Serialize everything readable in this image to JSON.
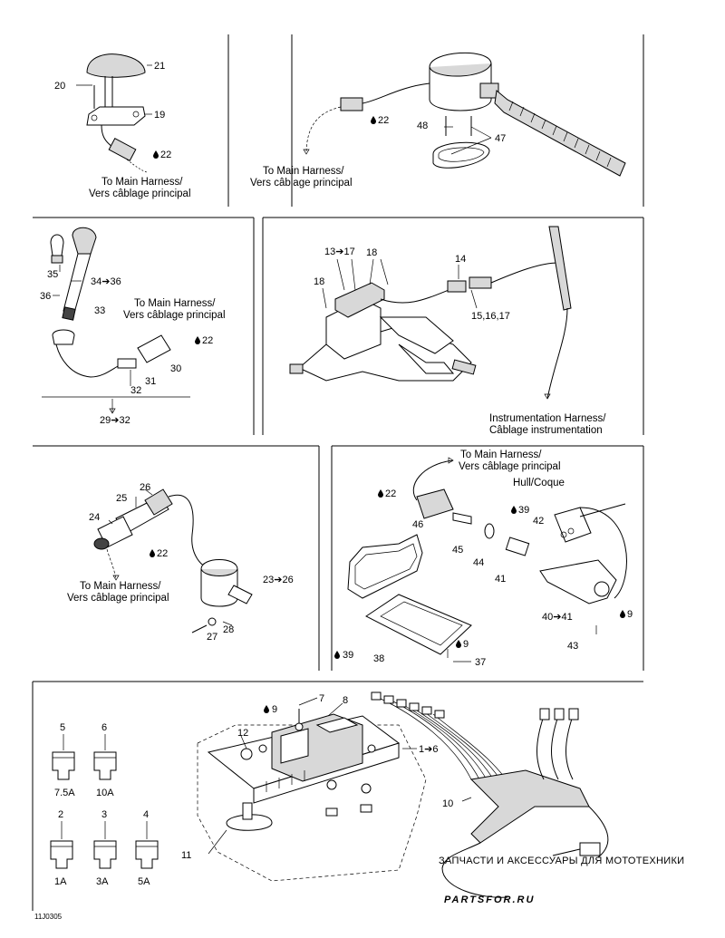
{
  "panels": {
    "p1": {
      "labels": [
        "21",
        "20",
        "19",
        "22"
      ],
      "captions": [
        "To Main Harness/",
        "Vers câblage principal"
      ]
    },
    "p2": {
      "labels": [
        "22",
        "48",
        "47"
      ],
      "captions": [
        "To Main Harness/",
        "Vers câblage principal"
      ]
    },
    "p3": {
      "labels": [
        "35",
        "34➔36",
        "36",
        "33",
        "22",
        "30",
        "31",
        "32",
        "29➔32"
      ],
      "captions": [
        "To Main Harness/",
        "Vers câblage principal"
      ]
    },
    "p4": {
      "labels": [
        "13➔17",
        "18",
        "18",
        "14",
        "15,16,17"
      ],
      "captions": [
        "Instrumentation Harness/",
        "Câblage instrumentation"
      ]
    },
    "p5": {
      "labels": [
        "26",
        "25",
        "24",
        "22",
        "23➔26",
        "28",
        "27"
      ],
      "captions": [
        "To Main Harness/",
        "Vers câblage principal"
      ]
    },
    "p6": {
      "labels": [
        "22",
        "46",
        "39",
        "42",
        "45",
        "44",
        "41",
        "40➔41",
        "9",
        "43",
        "39",
        "38",
        "9",
        "37"
      ],
      "captions": [
        "To Main Harness/",
        "Vers câblage principal",
        "Hull/Coque"
      ]
    },
    "p7": {
      "fuses": [
        {
          "num": "5",
          "rating": "7.5A"
        },
        {
          "num": "6",
          "rating": "10A"
        },
        {
          "num": "2",
          "rating": "1A"
        },
        {
          "num": "3",
          "rating": "3A"
        },
        {
          "num": "4",
          "rating": "5A"
        }
      ],
      "labels": [
        "9",
        "7",
        "8",
        "12",
        "1➔6",
        "10",
        "11"
      ]
    }
  },
  "footer": {
    "code": "11J0305"
  },
  "watermark": {
    "line1": "ЗАПЧАСТИ И АКСЕССУАРЫ ДЛЯ МОТОТЕХНИКИ",
    "line2": "PARTSFOR.RU"
  },
  "icons": {
    "drop": "lubricant-drop-icon"
  }
}
